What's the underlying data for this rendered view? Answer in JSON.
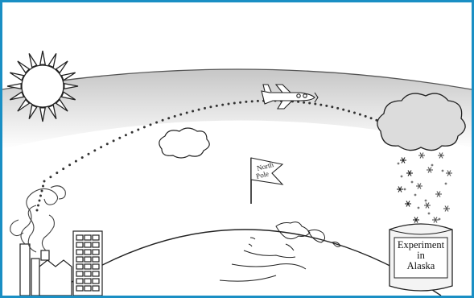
{
  "labels": {
    "flag_line1": "North",
    "flag_line2": "Pole",
    "sign_line1": "Experiment",
    "sign_line2": "in",
    "sign_line3": "Alaska"
  },
  "colors": {
    "frame": "#1a8fc4",
    "band": "#cfcfcf",
    "ink": "#222222"
  },
  "icons": [
    "sun-icon",
    "airplane-icon",
    "cloud-icon",
    "storm-cloud-icon",
    "snowflake-icon",
    "flag-icon",
    "factory-icon",
    "building-icon",
    "sign-icon",
    "earth-icon"
  ]
}
